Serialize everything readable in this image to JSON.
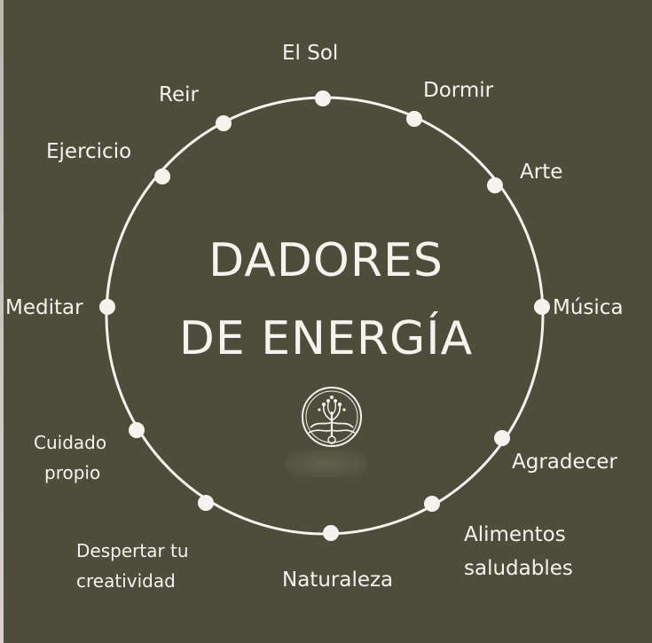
{
  "title": {
    "line1": "DADORES",
    "line2": "DE ENERGÍA"
  },
  "logo_icon": "tree-of-life-icon",
  "colors": {
    "background": "#4d4d3b",
    "foreground": "#f4f3ee"
  },
  "nodes": [
    {
      "id": "el-sol",
      "label": "El Sol"
    },
    {
      "id": "dormir",
      "label": "Dormir"
    },
    {
      "id": "arte",
      "label": "Arte"
    },
    {
      "id": "musica",
      "label": "Música"
    },
    {
      "id": "agradecer",
      "label": "Agradecer"
    },
    {
      "id": "alimentos",
      "label": "Alimentos",
      "label2": "saludables"
    },
    {
      "id": "naturaleza",
      "label": "Naturaleza"
    },
    {
      "id": "despertar",
      "label": "Despertar tu",
      "label2": "creatividad"
    },
    {
      "id": "cuidado",
      "label": "Cuidado",
      "label2": "propio"
    },
    {
      "id": "meditar",
      "label": "Meditar"
    },
    {
      "id": "ejercicio",
      "label": "Ejercicio"
    },
    {
      "id": "reir",
      "label": "Reir"
    }
  ]
}
